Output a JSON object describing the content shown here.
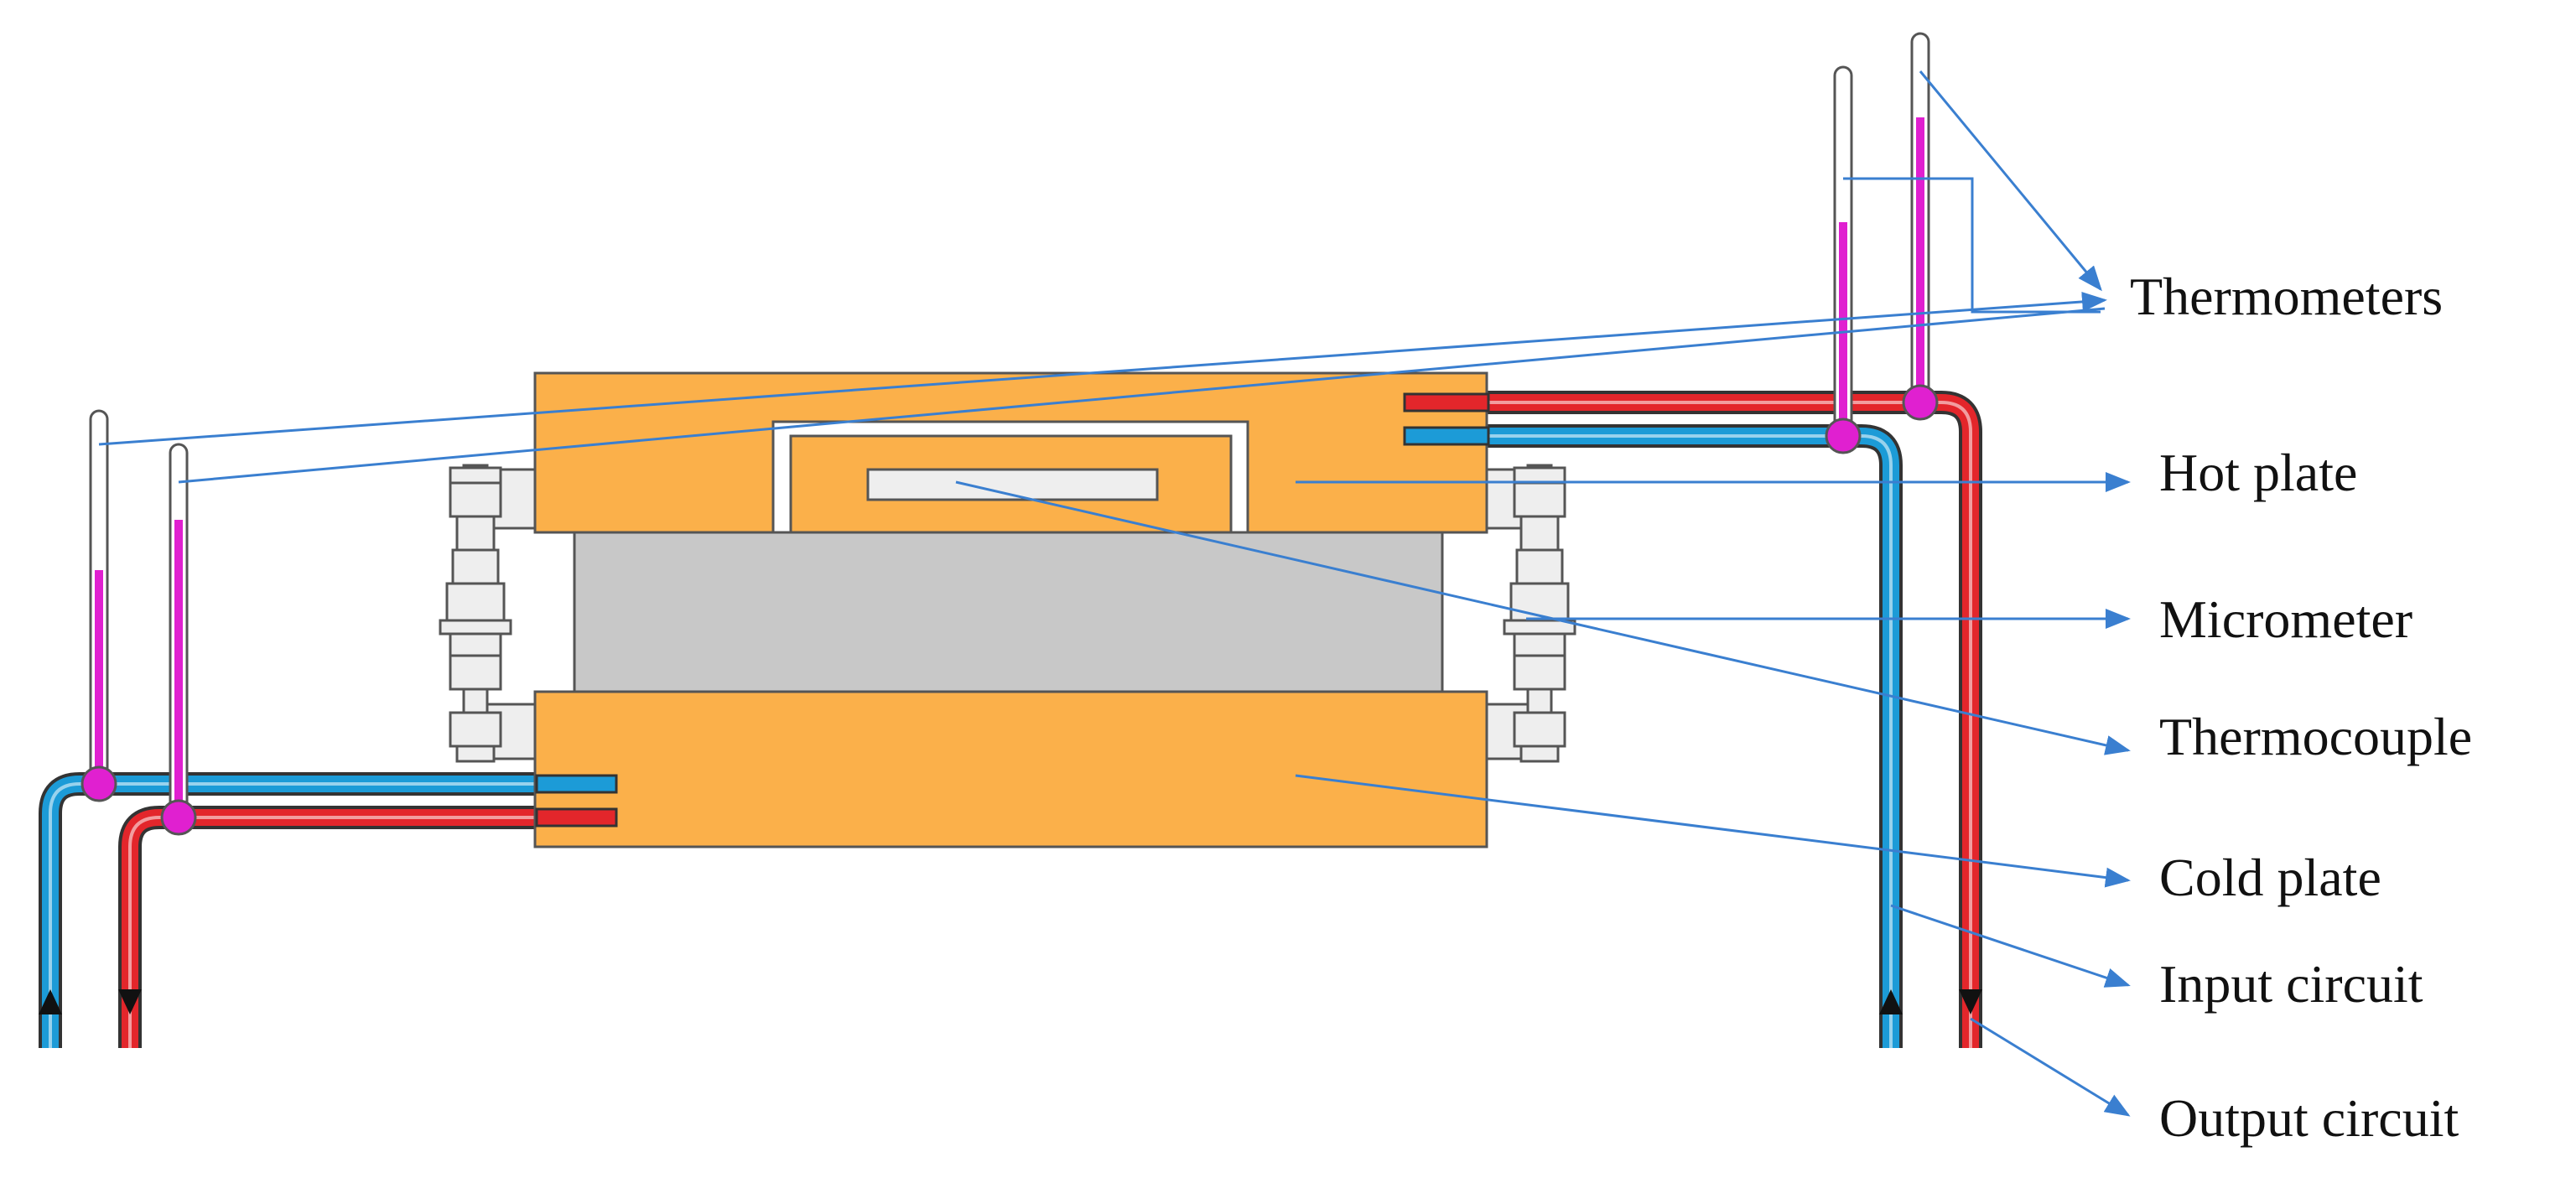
{
  "labels": {
    "thermometers": "Thermometers",
    "hot_plate": "Hot plate",
    "micrometer": "Micrometer",
    "thermocouple": "Thermocouple",
    "cold_plate": "Cold plate",
    "input_circuit": "Input circuit",
    "output_circuit": "Output circuit"
  },
  "colors": {
    "plate": "#FBB04A",
    "plate_stroke": "#555555",
    "sample": "#C8C8C8",
    "cold_pipe": "#1C9BD7",
    "hot_pipe": "#E3262B",
    "thermometer_fluid": "#E020D0",
    "leader": "#3A7FD0",
    "bolt": "#EEEEEE"
  }
}
